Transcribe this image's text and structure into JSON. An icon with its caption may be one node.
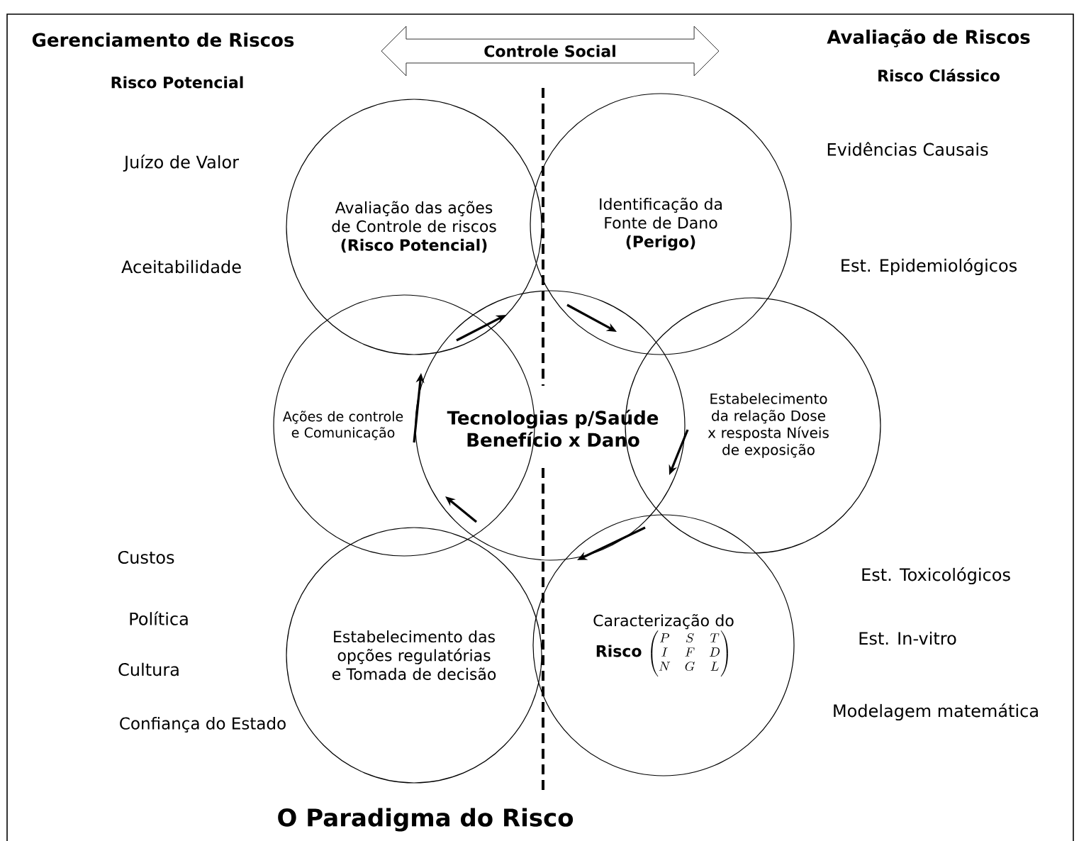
{
  "diagram": {
    "caption": "O Paradigma do Risco",
    "nodes": [
      {
        "text": [
          "Controle Social"
        ]
      },
      {
        "text": [
          "Avaliação das ações de Controle de riscos",
          "(Risco Potencial)"
        ]
      },
      {
        "text": [
          "Identificação da Fonte de Dano",
          "(Perigo)"
        ]
      },
      {
        "text": [
          "Ações de controle e Comunicação"
        ]
      },
      {
        "text": [
          "Tecnologias p/Saúde Benefício x Dano"
        ]
      },
      {
        "text": [
          "Estabelecimento da relação Dose x resposta Níveis de exposição"
        ]
      },
      {
        "text": [
          "Estabelecimento das opções regulatórias e Tomada de decisão"
        ]
      },
      {
        "text": [
          "Caracterização do",
          "Risco",
          "\\begin{pmatrix}P & S & T\\\\ I & F & D\\\\ N & G & L\\end{pmatrix}"
        ]
      }
    ],
    "labels": [
      "Gerenciamento de Riscos",
      "Risco Potencial",
      "Avaliação de Riscos",
      "Risco Clássico",
      "Juízo de Valor",
      "Evidências Causais",
      "Aceitabilidade",
      "Est. Epidemiológicos",
      "Custos",
      "Est. Toxicológicos",
      "Política",
      "Est. In-vitro",
      "Cultura",
      "Confiança do Estado",
      "Modelagem matemática"
    ]
  }
}
